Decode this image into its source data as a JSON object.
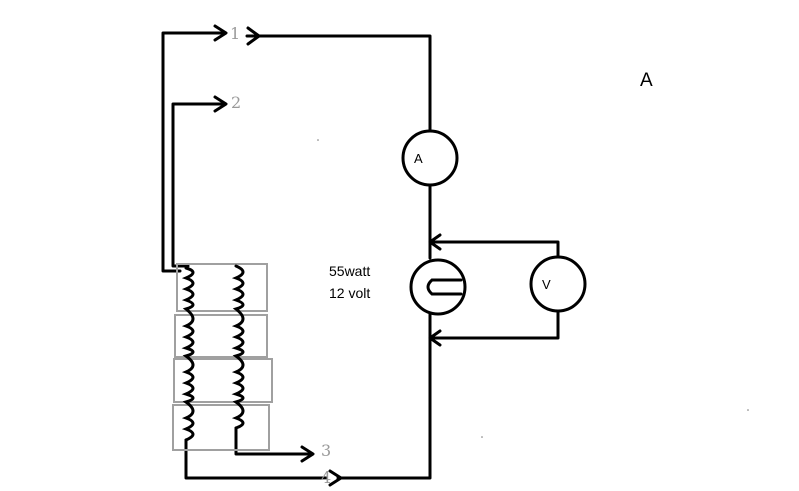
{
  "diagram": {
    "corner_label": "A",
    "terminals": [
      "1",
      "2",
      "3",
      "4"
    ],
    "ammeter_label": "A",
    "voltmeter_label": "V",
    "lamp": {
      "power": "55watt",
      "voltage": "12 volt"
    }
  }
}
